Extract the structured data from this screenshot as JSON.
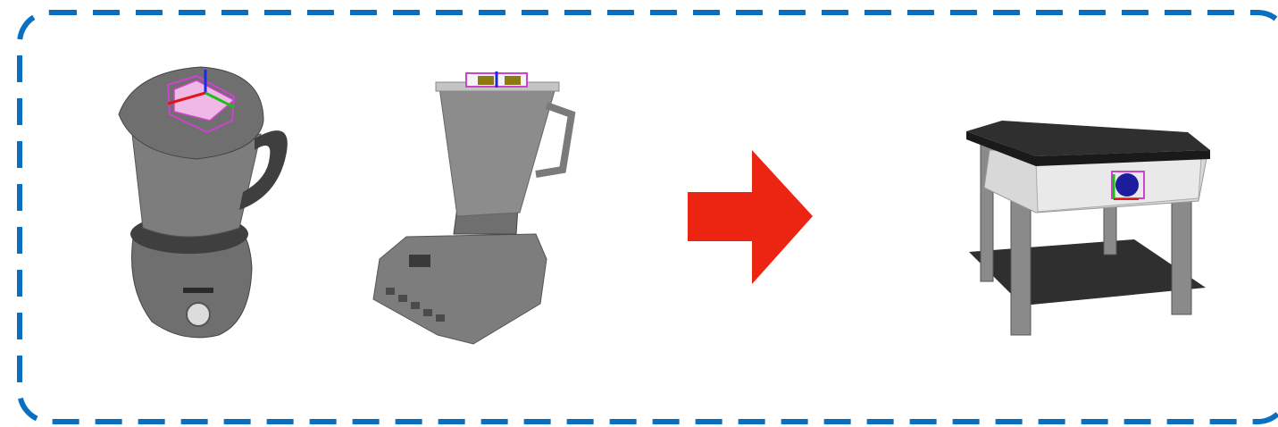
{
  "colors": {
    "frame_border": "#0a6fc0",
    "arrow": "#ec2512",
    "appliance_body": "#6f6f6f",
    "appliance_dark": "#3f3f3f",
    "table_top": "#2f2f2f",
    "drawer_front": "#e9e9e9",
    "table_leg": "#8a8a8a",
    "marker_box": "#cc44cc",
    "marker_fill_left": "#f0b8e4",
    "marker_fill_right": "#1c1c9c",
    "axis_x": "#e0161c",
    "axis_y": "#18c018",
    "axis_z": "#1c28e8",
    "lid_accent": "#8a7a10"
  },
  "panels": {
    "source_objects": [
      "blender-round",
      "blender-square"
    ],
    "transfer_arrow": "arrow-right",
    "target_object": "nightstand-with-drawer"
  },
  "icons": {
    "frame": "dashed-frame",
    "arrow": "arrow-right-icon",
    "axes": "xyz-axes-marker"
  }
}
